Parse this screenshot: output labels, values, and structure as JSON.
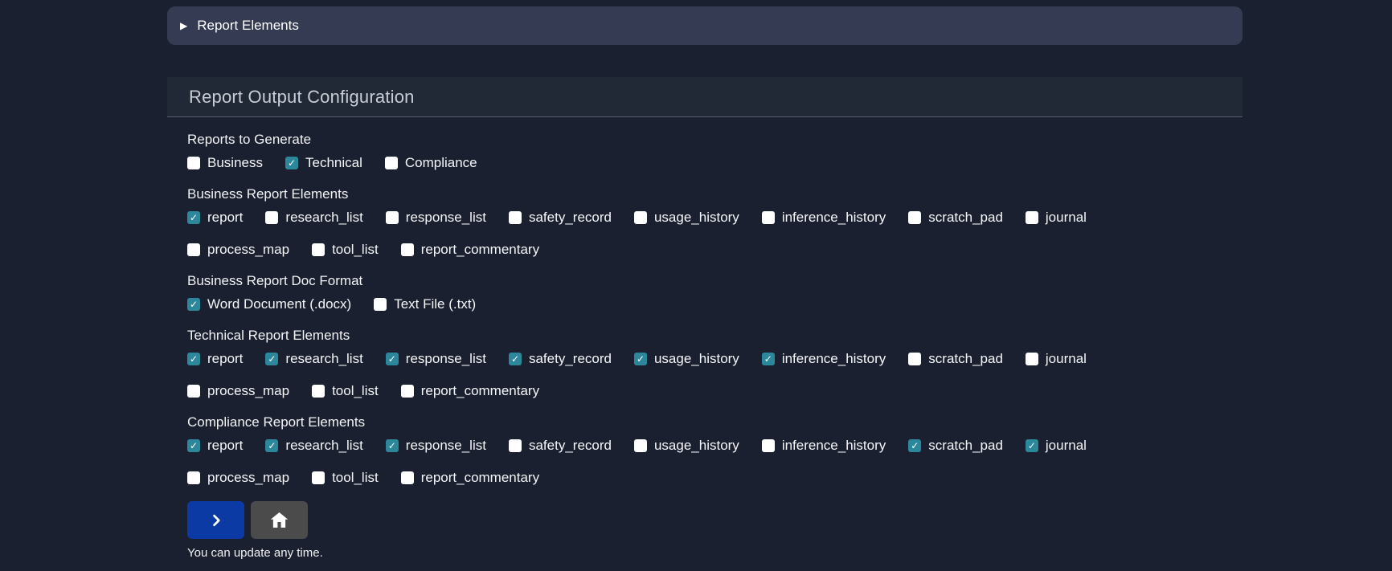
{
  "accordion": {
    "label": "Report Elements",
    "caret_icon": "caret-right-icon"
  },
  "card": {
    "title": "Report Output Configuration",
    "groups": [
      {
        "label": "Reports to Generate",
        "options": [
          {
            "label": "Business",
            "checked": false
          },
          {
            "label": "Technical",
            "checked": true
          },
          {
            "label": "Compliance",
            "checked": false
          }
        ]
      },
      {
        "label": "Business Report Elements",
        "options": [
          {
            "label": "report",
            "checked": true
          },
          {
            "label": "research_list",
            "checked": false
          },
          {
            "label": "response_list",
            "checked": false
          },
          {
            "label": "safety_record",
            "checked": false
          },
          {
            "label": "usage_history",
            "checked": false
          },
          {
            "label": "inference_history",
            "checked": false
          },
          {
            "label": "scratch_pad",
            "checked": false
          },
          {
            "label": "journal",
            "checked": false
          },
          {
            "label": "process_map",
            "checked": false
          },
          {
            "label": "tool_list",
            "checked": false
          },
          {
            "label": "report_commentary",
            "checked": false
          }
        ]
      },
      {
        "label": "Business Report Doc Format",
        "options": [
          {
            "label": "Word Document (.docx)",
            "checked": true
          },
          {
            "label": "Text File (.txt)",
            "checked": false
          }
        ]
      },
      {
        "label": "Technical Report Elements",
        "options": [
          {
            "label": "report",
            "checked": true
          },
          {
            "label": "research_list",
            "checked": true
          },
          {
            "label": "response_list",
            "checked": true
          },
          {
            "label": "safety_record",
            "checked": true
          },
          {
            "label": "usage_history",
            "checked": true
          },
          {
            "label": "inference_history",
            "checked": true
          },
          {
            "label": "scratch_pad",
            "checked": false
          },
          {
            "label": "journal",
            "checked": false
          },
          {
            "label": "process_map",
            "checked": false
          },
          {
            "label": "tool_list",
            "checked": false
          },
          {
            "label": "report_commentary",
            "checked": false
          }
        ]
      },
      {
        "label": "Compliance Report Elements",
        "options": [
          {
            "label": "report",
            "checked": true
          },
          {
            "label": "research_list",
            "checked": true
          },
          {
            "label": "response_list",
            "checked": true
          },
          {
            "label": "safety_record",
            "checked": false
          },
          {
            "label": "usage_history",
            "checked": false
          },
          {
            "label": "inference_history",
            "checked": false
          },
          {
            "label": "scratch_pad",
            "checked": true
          },
          {
            "label": "journal",
            "checked": true
          },
          {
            "label": "process_map",
            "checked": false
          },
          {
            "label": "tool_list",
            "checked": false
          },
          {
            "label": "report_commentary",
            "checked": false
          }
        ]
      }
    ],
    "actions": {
      "next_icon": "chevron-right-icon",
      "home_icon": "home-icon"
    },
    "footnote": "You can update any time."
  },
  "colors": {
    "page_background": "#1a202f",
    "accordion_background": "#343b52",
    "card_header_background": "#212836",
    "checkbox_checked": "#2d879b",
    "next_button": "#0b3aa5",
    "home_button": "#4b4b4b"
  }
}
